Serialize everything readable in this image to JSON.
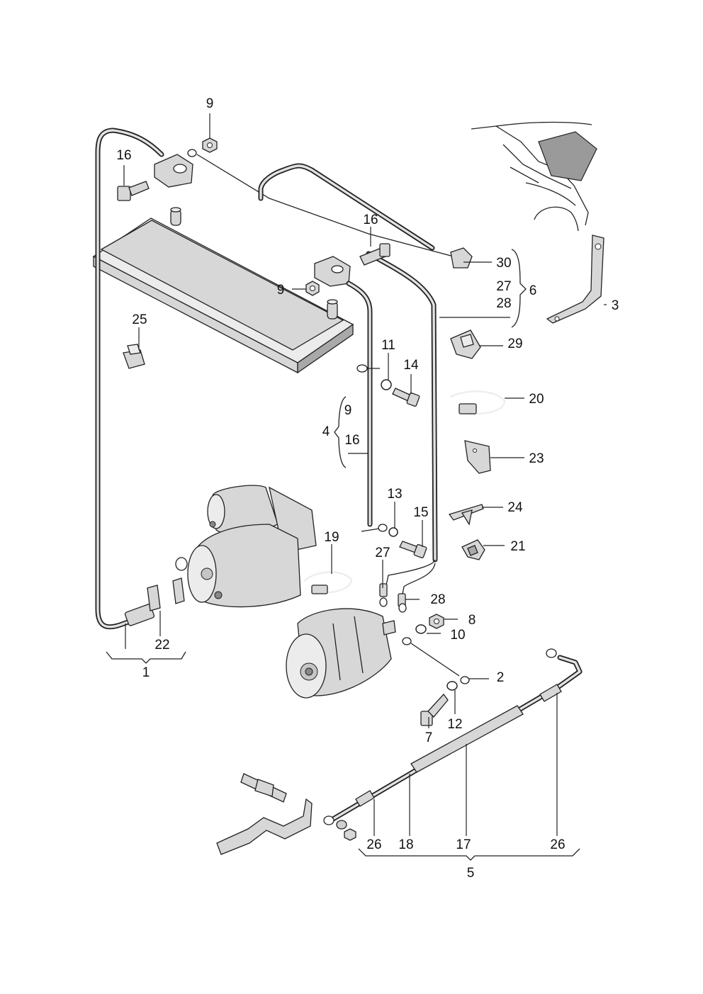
{
  "labels": {
    "p1": "1",
    "p2": "2",
    "p3": "3",
    "p4": "4",
    "p5": "5",
    "p6": "6",
    "p7": "7",
    "p8": "8",
    "p9_top": "9",
    "p9_mid": "9",
    "p9_group": "9",
    "p10": "10",
    "p11": "11",
    "p12": "12",
    "p13": "13",
    "p14": "14",
    "p15": "15",
    "p16_left": "16",
    "p16_center": "16",
    "p16_group": "16",
    "p17": "17",
    "p18": "18",
    "p19": "19",
    "p20": "20",
    "p21": "21",
    "p22": "22",
    "p23": "23",
    "p24": "24",
    "p25": "25",
    "p26_left": "26",
    "p26_right": "26",
    "p27_group": "27",
    "p27_lead": "27",
    "p28_group": "28",
    "p28_lead": "28",
    "p29": "29",
    "p30": "30"
  }
}
